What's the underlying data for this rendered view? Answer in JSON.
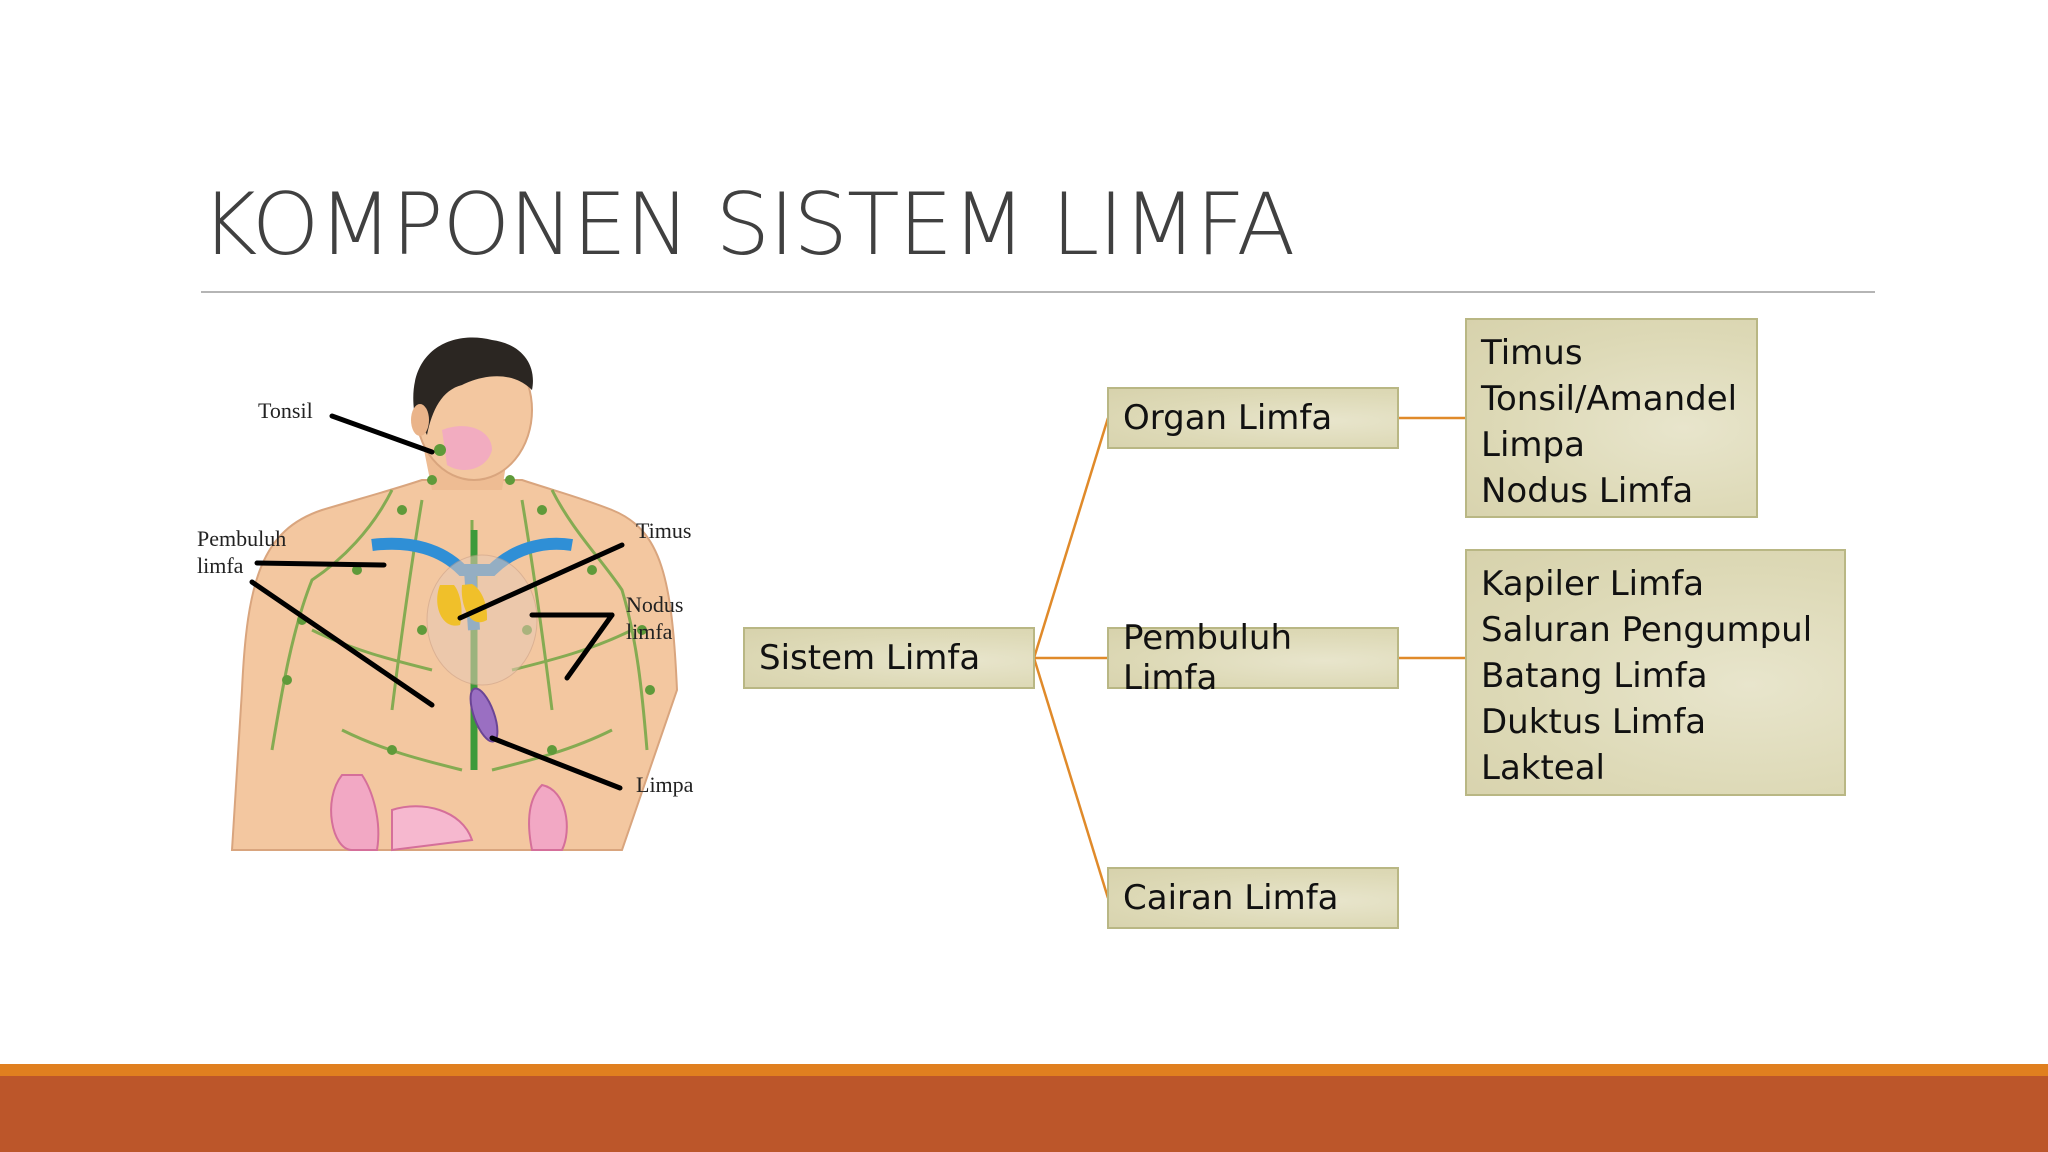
{
  "slide": {
    "title": "KOMPONEN SISTEM LIMFA"
  },
  "figure": {
    "labels": {
      "tonsil": "Tonsil",
      "pembuluh": "Pembuluh",
      "limfa": "limfa",
      "timus": "Timus",
      "nodus": "Nodus",
      "nodus_limfa": "limfa",
      "limpa": "Limpa"
    }
  },
  "diagram": {
    "root": "Sistem Limfa",
    "branches": {
      "organ": "Organ Limfa",
      "pembuluh": "Pembuluh Limfa",
      "cairan": "Cairan Limfa"
    },
    "organ_items": [
      "Timus",
      "Tonsil/Amandel",
      "Limpa",
      "Nodus Limfa"
    ],
    "pembuluh_items": [
      "Kapiler Limfa",
      "Saluran Pengumpul",
      "Batang Limfa",
      "Duktus Limfa",
      "Lakteal"
    ]
  },
  "colors": {
    "connector": "#e08a2a",
    "box_border": "#b9b784",
    "footer_stripe": "#e07f1f",
    "footer_band": "#bc562a"
  }
}
